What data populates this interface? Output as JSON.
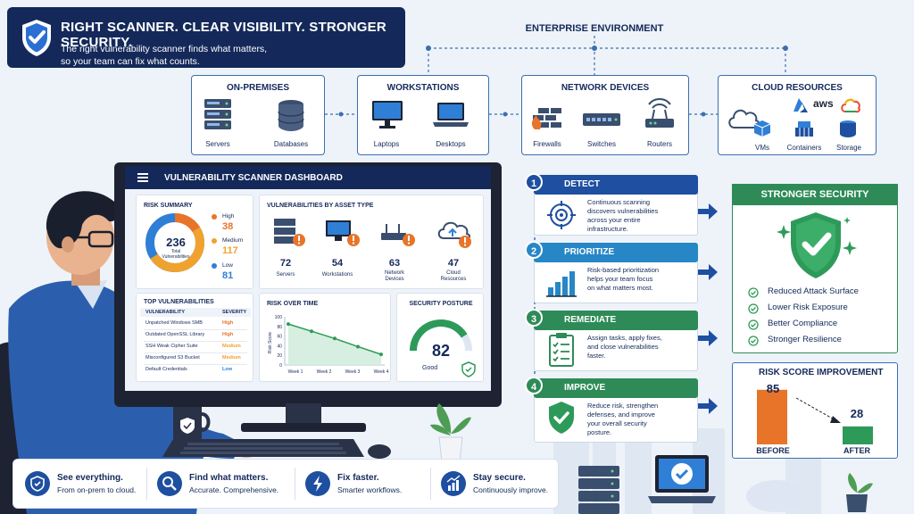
{
  "banner": {
    "title": "RIGHT SCANNER. CLEAR VISIBILITY. STRONGER SECURITY.",
    "subtitle_line1": "The right vulnerability scanner finds what matters,",
    "subtitle_line2": "so your team can fix what counts."
  },
  "environment": {
    "title": "ENTERPRISE ENVIRONMENT",
    "groups": [
      {
        "label": "ON-PREMISES",
        "items": [
          "Servers",
          "Databases"
        ]
      },
      {
        "label": "WORKSTATIONS",
        "items": [
          "Laptops",
          "Desktops"
        ]
      },
      {
        "label": "NETWORK DEVICES",
        "items": [
          "Firewalls",
          "Switches",
          "Routers"
        ]
      },
      {
        "label": "CLOUD RESOURCES",
        "items": [
          "VMs",
          "Containers",
          "Storage"
        ],
        "aws": "aws"
      }
    ]
  },
  "dashboard": {
    "title": "VULNERABILITY SCANNER DASHBOARD",
    "risk_summary": {
      "title": "RISK SUMMARY",
      "total": "236",
      "total_label_1": "Total",
      "total_label_2": "Vulnerabilities",
      "high_label": "High",
      "high": "38",
      "medium_label": "Medium",
      "medium": "117",
      "low_label": "Low",
      "low": "81",
      "colors": {
        "high": "#e8742a",
        "medium": "#f0a22e",
        "low": "#2f7fd6"
      }
    },
    "by_asset": {
      "title": "VULNERABILITIES BY ASSET TYPE",
      "items": [
        {
          "count": "72",
          "label": "Servers"
        },
        {
          "count": "54",
          "label": "Workstations"
        },
        {
          "count": "63",
          "label_1": "Network",
          "label_2": "Devices"
        },
        {
          "count": "47",
          "label_1": "Cloud",
          "label_2": "Resources"
        }
      ]
    },
    "top_vulns": {
      "title": "TOP VULNERABILITIES",
      "col_vuln": "VULNERABILITY",
      "col_sev": "SEVERITY",
      "rows": [
        {
          "name": "Unpatched Windows SMB",
          "severity": "High"
        },
        {
          "name": "Outdated OpenSSL Library",
          "severity": "High"
        },
        {
          "name": "SSH Weak Cipher Suite",
          "severity": "Medium"
        },
        {
          "name": "Misconfigured S3 Bucket",
          "severity": "Medium"
        },
        {
          "name": "Default Credentials",
          "severity": "Low"
        }
      ]
    },
    "risk_over_time": {
      "title": "RISK OVER TIME",
      "ylabel": "Risk Score",
      "yticks": [
        "100",
        "80",
        "60",
        "40",
        "20",
        "0"
      ],
      "xticks": [
        "Week 1",
        "Week 2",
        "Week 3",
        "Week 4"
      ]
    },
    "posture": {
      "title": "SECURITY POSTURE",
      "score": "82",
      "label": "Good",
      "score_value": 82
    }
  },
  "chart_data": {
    "type": "line",
    "x": [
      "Week 1",
      "Week 2",
      "Week 3",
      "Week 4"
    ],
    "series": [
      {
        "values": [
          85,
          70,
          55,
          38,
          22
        ]
      }
    ],
    "ylabel": "Risk Score",
    "ylim": [
      0,
      100
    ]
  },
  "steps": [
    {
      "num": "1",
      "title": "DETECT",
      "lines": [
        "Continuous scanning",
        "discovers vulnerabilities",
        "across your entire",
        "infrastructure."
      ],
      "color": "#1e4fa0"
    },
    {
      "num": "2",
      "title": "PRIORITIZE",
      "lines": [
        "Risk-based prioritization",
        "helps your team focus",
        "on what matters most."
      ],
      "color": "#2787c6"
    },
    {
      "num": "3",
      "title": "REMEDIATE",
      "lines": [
        "Assign tasks, apply fixes,",
        "and close vulnerabilities",
        "faster."
      ],
      "color": "#2e8b57"
    },
    {
      "num": "4",
      "title": "IMPROVE",
      "lines": [
        "Reduce risk, strengthen",
        "defenses, and improve",
        "your overall security",
        "posture."
      ],
      "color": "#2e8b57"
    }
  ],
  "stronger": {
    "title": "STRONGER SECURITY",
    "items": [
      "Reduced Attack Surface",
      "Lower Risk Exposure",
      "Better Compliance",
      "Stronger Resilience"
    ]
  },
  "risk_improvement": {
    "title": "RISK SCORE IMPROVEMENT",
    "before_value": "85",
    "after_value": "28",
    "before_label": "BEFORE",
    "after_label": "AFTER",
    "before": 85,
    "after": 28,
    "colors": {
      "before": "#e8742a",
      "after": "#2e9a5a"
    }
  },
  "bottom": [
    {
      "title": "See everything.",
      "sub": "From on-prem to cloud."
    },
    {
      "title": "Find what matters.",
      "sub": "Accurate. Comprehensive."
    },
    {
      "title": "Fix faster.",
      "sub": "Smarter workflows."
    },
    {
      "title": "Stay secure.",
      "sub": "Continuously improve."
    }
  ]
}
